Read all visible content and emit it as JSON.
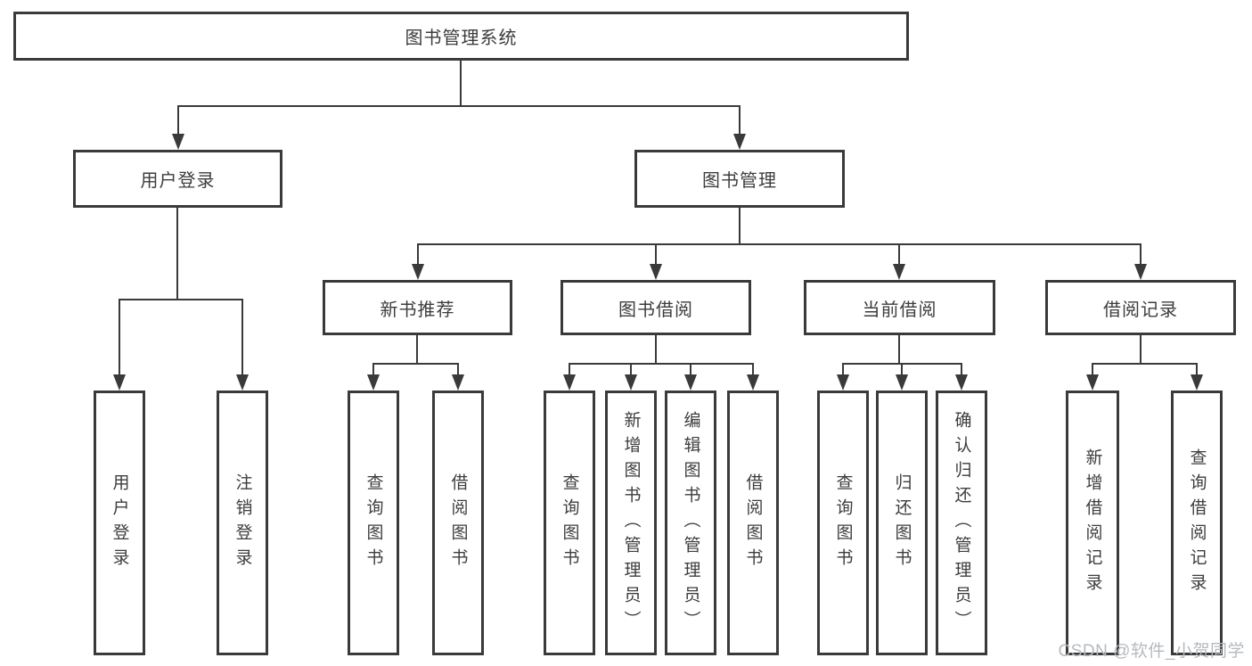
{
  "diagram": {
    "root": {
      "label": "图书管理系统"
    },
    "branches": [
      {
        "label": "用户登录",
        "children": [
          {
            "label": "用户登录"
          },
          {
            "label": "注销登录"
          }
        ]
      },
      {
        "label": "图书管理",
        "groups": [
          {
            "label": "新书推荐",
            "children": [
              {
                "label": "查询图书"
              },
              {
                "label": "借阅图书"
              }
            ]
          },
          {
            "label": "图书借阅",
            "children": [
              {
                "label": "查询图书"
              },
              {
                "label": "新增图书（管理员）"
              },
              {
                "label": "编辑图书（管理员）"
              },
              {
                "label": "借阅图书"
              }
            ]
          },
          {
            "label": "当前借阅",
            "children": [
              {
                "label": "查询图书"
              },
              {
                "label": "归还图书"
              },
              {
                "label": "确认归还（管理员）"
              }
            ]
          },
          {
            "label": "借阅记录",
            "children": [
              {
                "label": "新增借阅记录"
              },
              {
                "label": "查询借阅记录"
              }
            ]
          }
        ]
      }
    ]
  },
  "colors": {
    "ink": "#3a3a3a",
    "text": "#3d3d3d",
    "watermark": "#b6babe"
  },
  "watermark": {
    "text": "CSDN @软件_小贺同学"
  }
}
